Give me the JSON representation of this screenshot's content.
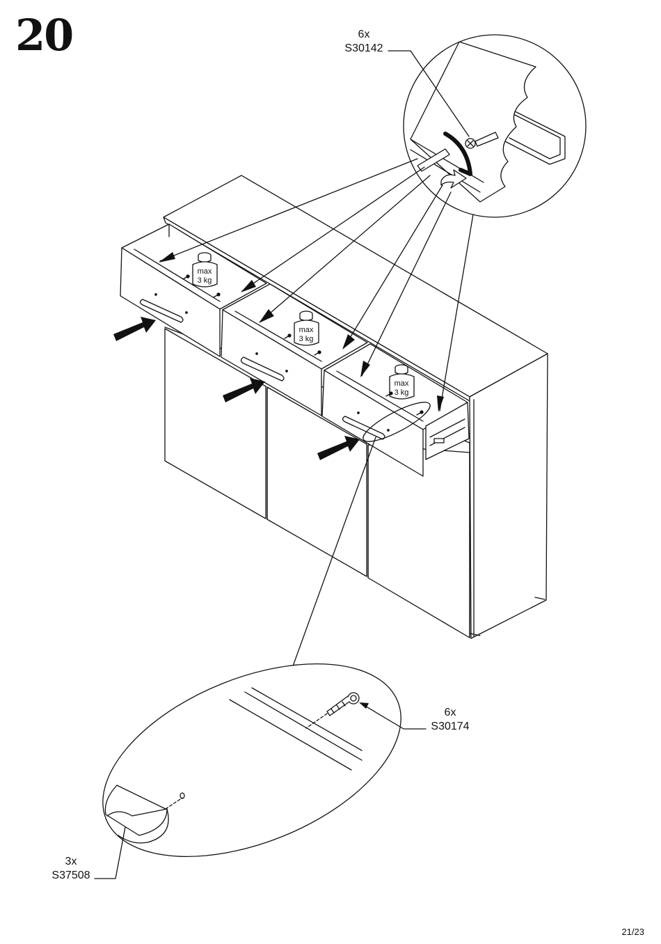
{
  "step_number": "20",
  "callouts": {
    "top": {
      "qty": "6x",
      "code": "S30142"
    },
    "right": {
      "qty": "6x",
      "code": "S30174"
    },
    "bottom": {
      "qty": "3x",
      "code": "S37508"
    }
  },
  "weight_label": {
    "line1": "max",
    "line2": "3 kg"
  },
  "page_number": "21/23"
}
